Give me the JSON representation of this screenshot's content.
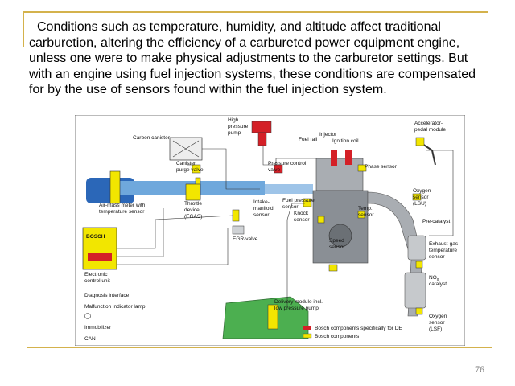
{
  "slide": {
    "paragraph": "Conditions such as temperature, humidity, and altitude affect traditional carburetion, altering the efficiency of a carbureted power equipment engine, unless one were to make physical adjustments to the carburetor settings. But with an engine using fuel injection systems, these conditions are compensated for by the use of sensors found within the fuel injection system.",
    "page_number": "76"
  },
  "diagram": {
    "labels": {
      "carbon_canister": "Carbon canister",
      "high_pressure_pump_1": "High",
      "high_pressure_pump_2": "pressure",
      "high_pressure_pump_3": "pump",
      "fuel_rail": "Fuel rail",
      "injector": "Injector",
      "ignition_coil": "Ignition coil",
      "accel_pedal_1": "Accelerator-",
      "accel_pedal_2": "pedal module",
      "canister_purge_1": "Canister",
      "canister_purge_2": "purge valve",
      "pressure_control_1": "Pressure control",
      "pressure_control_2": "valve",
      "phase_sensor": "Phase sensor",
      "air_mass_1": "Air-mass meter with",
      "air_mass_2": "temperature sensor",
      "throttle_1": "Throttle",
      "throttle_2": "device",
      "throttle_3": "(EGAS)",
      "intake_manifold_1": "Intake-",
      "intake_manifold_2": "manifold",
      "intake_manifold_3": "sensor",
      "fuel_pressure_1": "Fuel pressure",
      "fuel_pressure_2": "sensor",
      "knock_1": "Knock",
      "knock_2": "sensor",
      "temp_1": "Temp.",
      "temp_2": "sensor",
      "oxygen_lsu_1": "Oxygen",
      "oxygen_lsu_2": "sensor",
      "oxygen_lsu_3": "(LSU)",
      "pre_catalyst": "Pre-catalyst",
      "egr_valve": "EGR-valve",
      "speed_1": "Speed",
      "speed_2": "sensor",
      "exhaust_gas_1": "Exhaust-gas",
      "exhaust_gas_2": "temperature",
      "exhaust_gas_3": "sensor",
      "ecu_1": "Electronic",
      "ecu_2": "control unit",
      "bosch_logo": "BOSCH",
      "nox_1": "NO",
      "nox_sub": "x",
      "nox_2": "catalyst",
      "diagnosis": "Diagnosis interface",
      "malfunction": "Malfunction indicator lamp",
      "immobilizer": "Immobilizer",
      "can": "CAN",
      "delivery_1": "Delivery module incl.",
      "delivery_2": "low pressure pump",
      "oxygen_lsf_1": "Oxygen",
      "oxygen_lsf_2": "sensor",
      "oxygen_lsf_3": "(LSF)"
    },
    "legend": [
      {
        "color": "#d42027",
        "label": "Bosch components specifically for DE"
      },
      {
        "color": "#f2e600",
        "label": "Bosch components"
      }
    ],
    "colors": {
      "intake_air": "#6fa8dc",
      "fuel_tank": "#4caf50",
      "engine_block": "#8a8f95",
      "exhaust": "#a9adb2",
      "bosch_yellow": "#f2e600",
      "bosch_red": "#d42027"
    }
  }
}
